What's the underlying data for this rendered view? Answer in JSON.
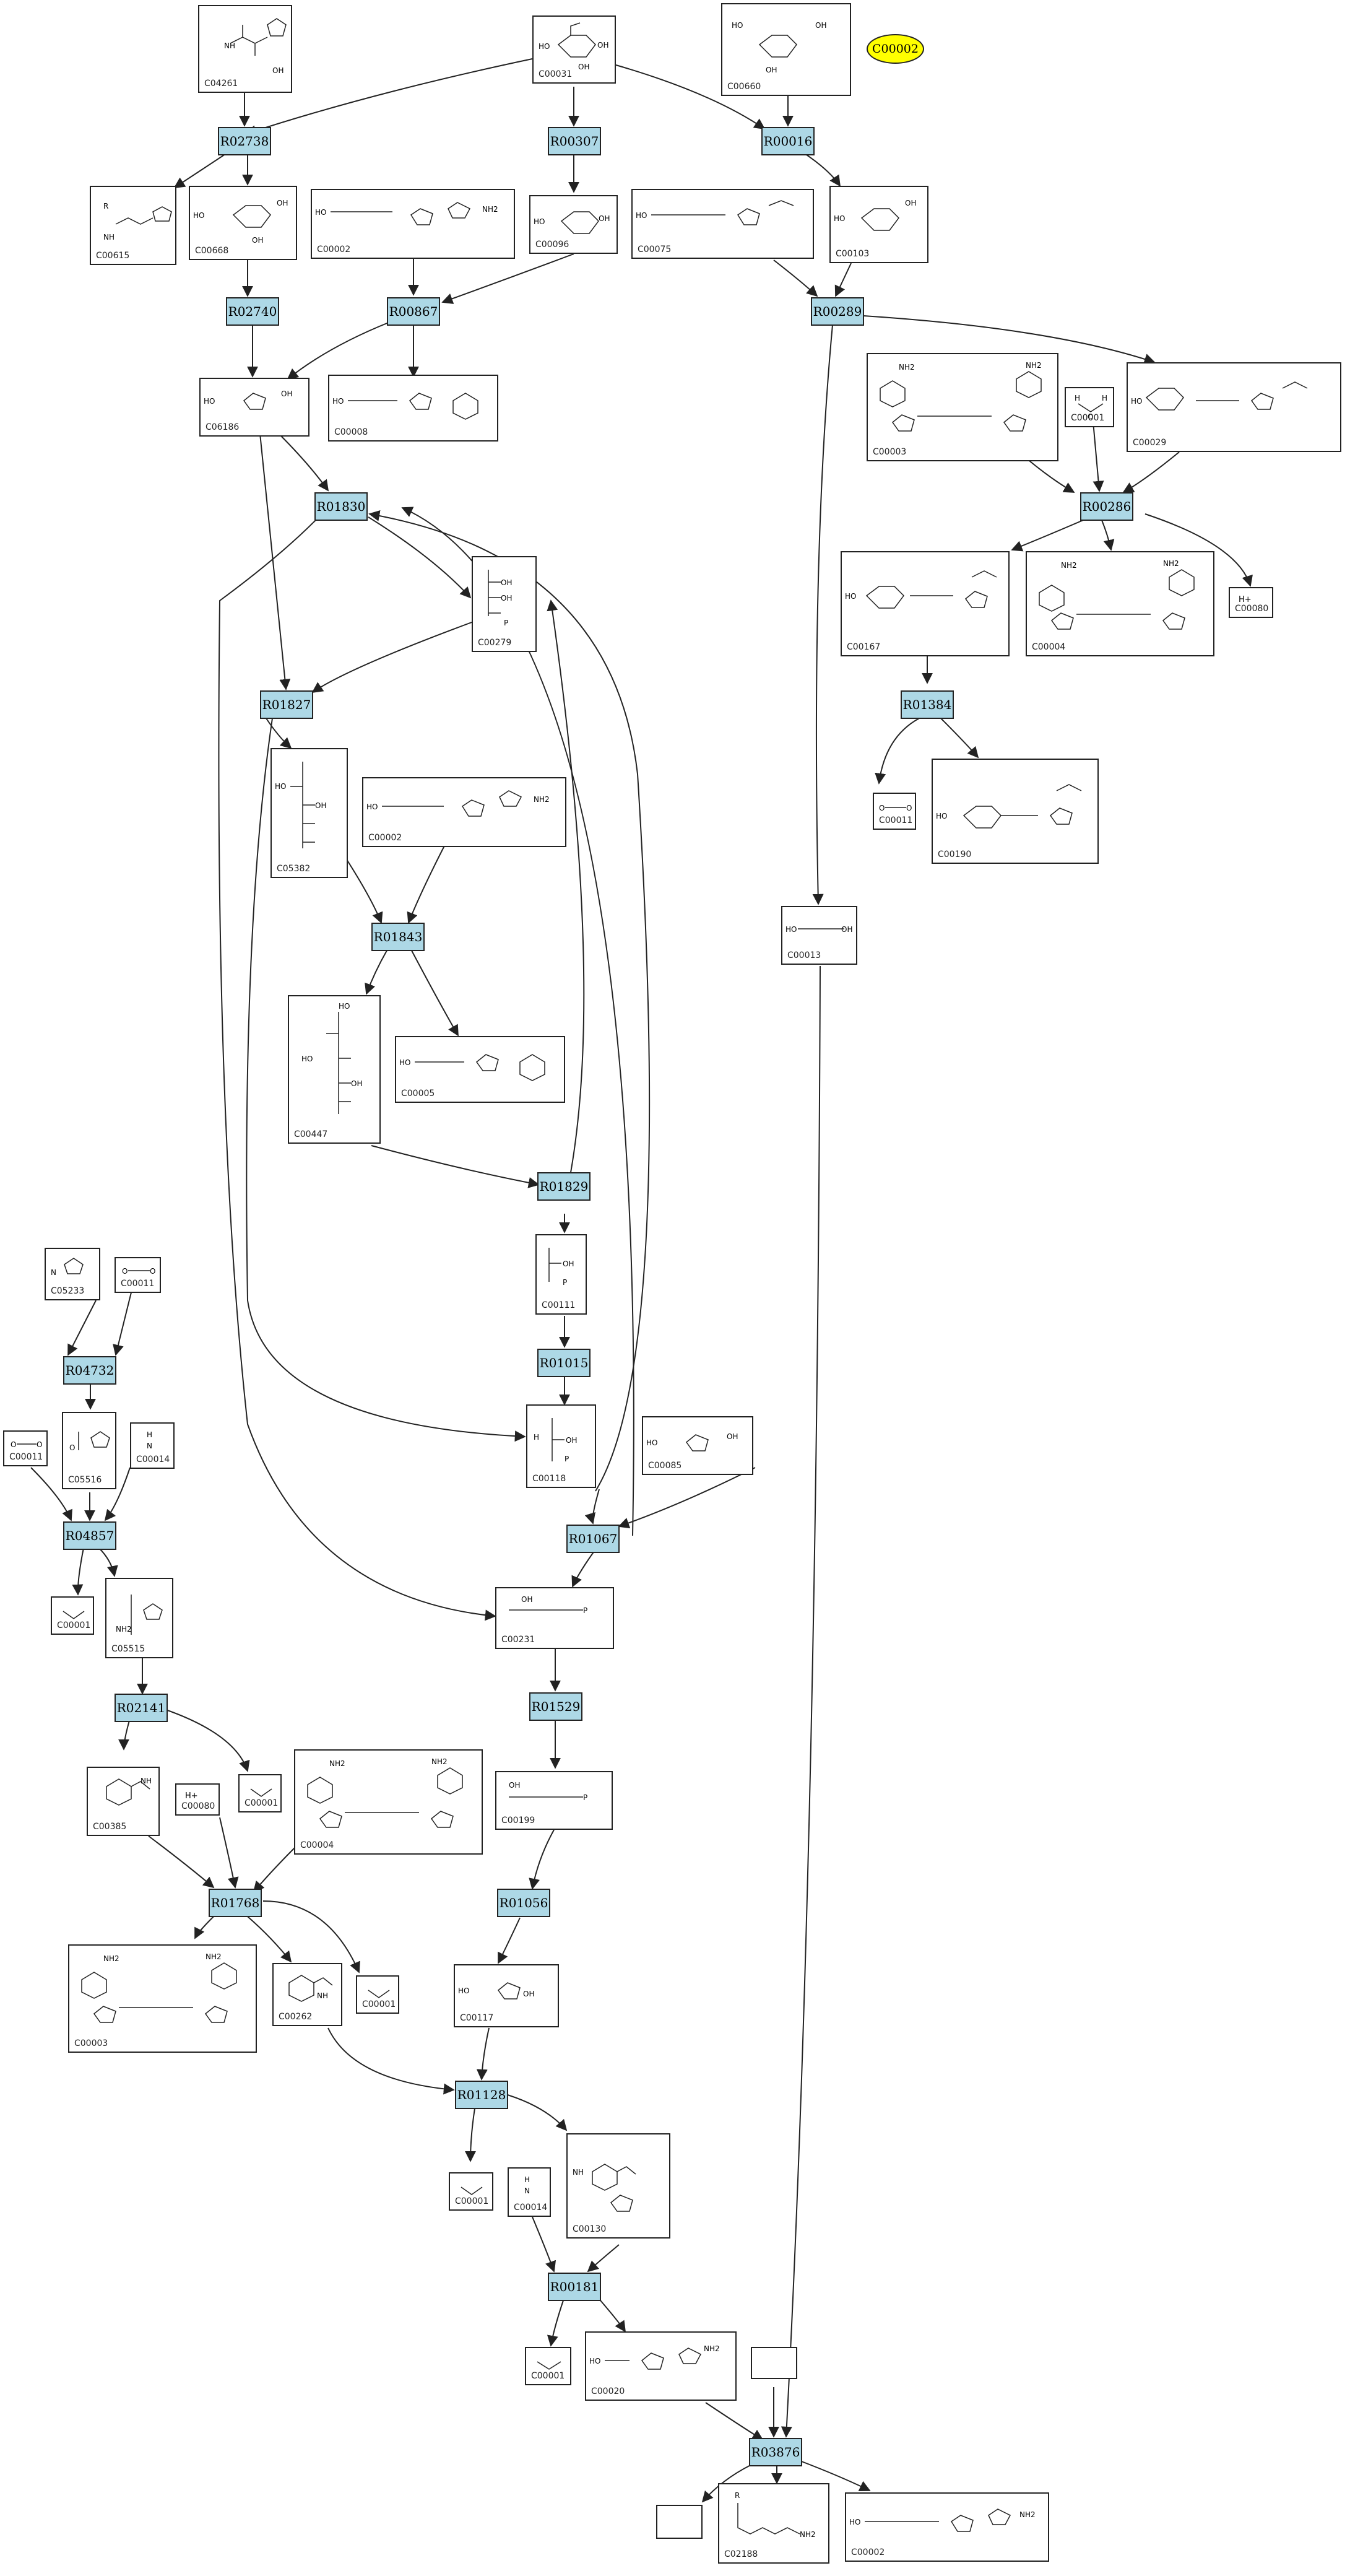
{
  "highlight": {
    "label": "C00002",
    "color": "#ffff00"
  },
  "colors": {
    "reaction_fill": "#add8e6",
    "edge": "#222222"
  },
  "reactions": {
    "R02738": "R02738",
    "R00307": "R00307",
    "R00016": "R00016",
    "R02740": "R02740",
    "R00867": "R00867",
    "R00289": "R00289",
    "R00286": "R00286",
    "R01830": "R01830",
    "R01827": "R01827",
    "R01384": "R01384",
    "R01843": "R01843",
    "R01829": "R01829",
    "R04732": "R04732",
    "R01015": "R01015",
    "R04857": "R04857",
    "R01067": "R01067",
    "R02141": "R02141",
    "R01529": "R01529",
    "R01768": "R01768",
    "R01056": "R01056",
    "R01128": "R01128",
    "R00181": "R00181",
    "R03876": "R03876"
  },
  "compounds": {
    "C04261": "C04261",
    "C00031": "C00031",
    "C00660": "C00660",
    "C00615": "C00615",
    "C00668": "C00668",
    "C00002a": "C00002",
    "C00096": "C00096",
    "C00075": "C00075",
    "C00103": "C00103",
    "C06186": "C06186",
    "C00008": "C00008",
    "C00003a": "C00003",
    "C00001a": "C00001",
    "C00029": "C00029",
    "C00167": "C00167",
    "C00004a": "C00004",
    "C00080a": "C00080",
    "C00279": "C00279",
    "C00011a": "C00011",
    "C00190": "C00190",
    "C05382": "C05382",
    "C00002b": "C00002",
    "C00013": "C00013",
    "C00447": "C00447",
    "C00005": "C00005",
    "C05233": "C05233",
    "C00011b": "C00011",
    "C00111": "C00111",
    "C00011c": "C00011",
    "C05516": "C05516",
    "C00014a": "C00014",
    "C00118": "C00118",
    "C00085": "C00085",
    "C00001b": "C00001",
    "C05515": "C05515",
    "C00231": "C00231",
    "C00385": "C00385",
    "C00080b": "C00080",
    "C00001c": "C00001",
    "C00004b": "C00004",
    "C00199": "C00199",
    "C00003b": "C00003",
    "C00262": "C00262",
    "C00001d": "C00001",
    "C00117": "C00117",
    "C00001e": "C00001",
    "C00014b": "C00014",
    "C00130": "C00130",
    "C00001f": "C00001",
    "C00020": "C00020",
    "C02188": "C02188",
    "C00002c": "C00002"
  },
  "atoms": {
    "OH": "OH",
    "HO": "HO",
    "O": "O",
    "P": "P",
    "N": "N",
    "NH": "NH",
    "NH2": "NH2",
    "H": "H",
    "R": "R",
    "H_plus": "H+"
  }
}
